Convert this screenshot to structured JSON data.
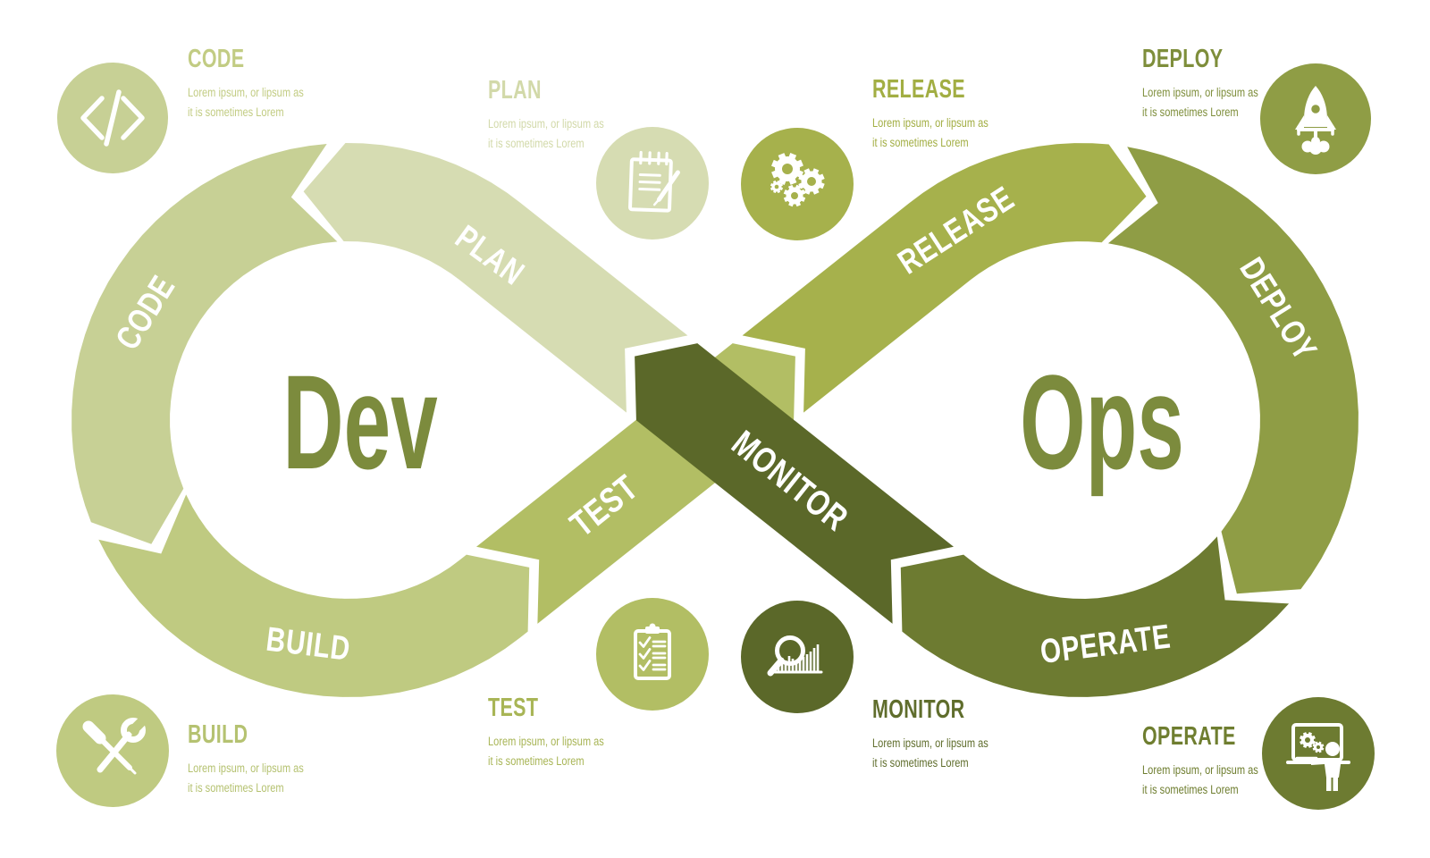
{
  "center": {
    "dev": "Dev",
    "ops": "Ops",
    "color": "#7c8b3d"
  },
  "stages": [
    {
      "id": "plan",
      "label": "PLAN",
      "description": "Lorem ipsum, or lipsum as\nit is sometimes Lorem",
      "band_color": "#d6dcb2",
      "text_color": "#d2d9a9",
      "icon": "notepad-pencil-icon"
    },
    {
      "id": "code",
      "label": "CODE",
      "description": "Lorem ipsum, or lipsum as\nit is sometimes Lorem",
      "band_color": "#c7d095",
      "text_color": "#c2cc83",
      "icon": "code-brackets-icon"
    },
    {
      "id": "build",
      "label": "BUILD",
      "description": "Lorem ipsum, or lipsum as\nit is sometimes Lorem",
      "band_color": "#bfca81",
      "text_color": "#b5c271",
      "icon": "tools-icon"
    },
    {
      "id": "test",
      "label": "TEST",
      "description": "Lorem ipsum, or lipsum as\nit is sometimes Lorem",
      "band_color": "#b2be64",
      "text_color": "#a8b556",
      "icon": "checklist-clipboard-icon"
    },
    {
      "id": "release",
      "label": "RELEASE",
      "description": "Lorem ipsum, or lipsum as\nit is sometimes Lorem",
      "band_color": "#a6b14c",
      "text_color": "#a2ae43",
      "icon": "gears-icon"
    },
    {
      "id": "deploy",
      "label": "DEPLOY",
      "description": "Lorem ipsum, or lipsum as\nit is sometimes Lorem",
      "band_color": "#8f9d45",
      "text_color": "#7e8e3b",
      "icon": "rocket-icon"
    },
    {
      "id": "operate",
      "label": "OPERATE",
      "description": "Lorem ipsum, or lipsum as\nit is sometimes Lorem",
      "band_color": "#6d7b31",
      "text_color": "#6f7e30",
      "icon": "operator-screen-icon"
    },
    {
      "id": "monitor",
      "label": "MONITOR",
      "description": "Lorem ipsum, or lipsum as\nit is sometimes Lorem",
      "band_color": "#5b6829",
      "text_color": "#5f6d2c",
      "icon": "magnifier-chart-icon"
    }
  ]
}
